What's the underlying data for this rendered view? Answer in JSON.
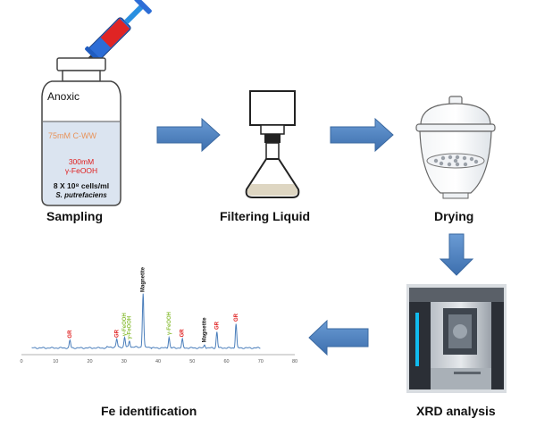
{
  "steps": [
    {
      "id": "sampling",
      "label": "Sampling"
    },
    {
      "id": "filtering",
      "label": "Filtering Liquid"
    },
    {
      "id": "drying",
      "label": "Drying"
    },
    {
      "id": "xrd",
      "label": "XRD analysis"
    },
    {
      "id": "fe",
      "label": "Fe identification"
    }
  ],
  "bottle": {
    "header": "Anoxic",
    "medium": "75mM C-WW",
    "oxide_line1": "300mM",
    "oxide_line2": "γ-FeOOH",
    "cells": "8 X 10⁸ cells/ml",
    "species": "S. putrefaciens"
  },
  "xrd_pattern": {
    "x_ticks": [
      "0",
      "10",
      "20",
      "30",
      "40",
      "50",
      "60",
      "70",
      "80"
    ],
    "xlim": [
      0,
      80
    ],
    "peaks": [
      {
        "x": 14.2,
        "h": 0.14,
        "label": "GR",
        "color": "#e02020"
      },
      {
        "x": 27.9,
        "h": 0.15,
        "label": "GR",
        "color": "#e02020"
      },
      {
        "x": 30.2,
        "h": 0.18,
        "label": "γ-FeOOH",
        "color": "#8dbf3c"
      },
      {
        "x": 31.6,
        "h": 0.12,
        "label": "γ-FeOOH",
        "color": "#8dbf3c"
      },
      {
        "x": 35.6,
        "h": 1.0,
        "label": "Magnetite",
        "color": "#111111"
      },
      {
        "x": 43.2,
        "h": 0.2,
        "label": "γ-FeOOH",
        "color": "#8dbf3c"
      },
      {
        "x": 47.1,
        "h": 0.16,
        "label": "GR",
        "color": "#e02020"
      },
      {
        "x": 53.6,
        "h": 0.06,
        "label": "Magnetite",
        "color": "#111111"
      },
      {
        "x": 57.2,
        "h": 0.3,
        "label": "GR",
        "color": "#e02020"
      },
      {
        "x": 62.8,
        "h": 0.45,
        "label": "GR",
        "color": "#e02020"
      }
    ]
  },
  "colors": {
    "arrow": "#4a7ebb",
    "trace": "#4a7ebb",
    "medium_text": "#e8935a",
    "oxide_text": "#e02020"
  }
}
